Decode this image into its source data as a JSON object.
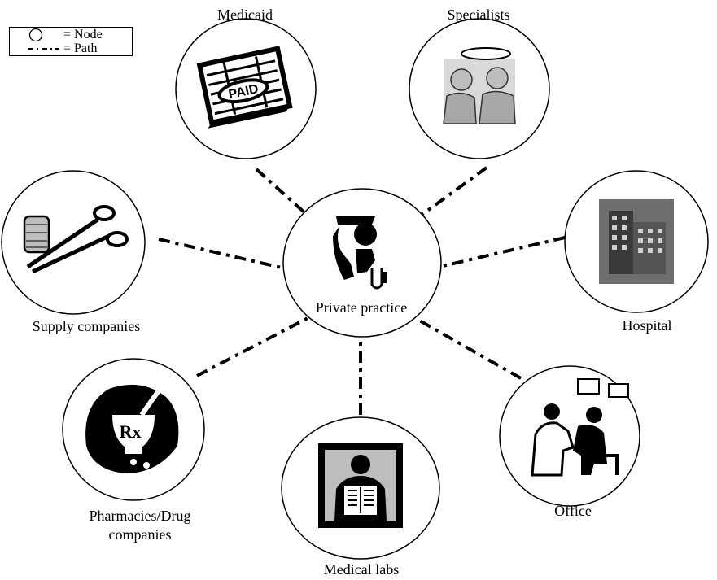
{
  "legend": {
    "node_label": "= Node",
    "path_label": "= Path"
  },
  "center": {
    "label": "Private practice",
    "icon": "dentist-icon"
  },
  "nodes": [
    {
      "label": "Medicaid",
      "icon": "paid-insurance-form-icon"
    },
    {
      "label": "Specialists",
      "icon": "surgeons-icon"
    },
    {
      "label": "Hospital",
      "icon": "hospital-building-icon"
    },
    {
      "label": "Office",
      "icon": "doctor-patient-icon"
    },
    {
      "label": "Medical labs",
      "icon": "xray-icon"
    },
    {
      "label": "Pharmacies/Drug",
      "label2": "companies",
      "icon": "mortar-pestle-rx-icon"
    },
    {
      "label": "Supply companies",
      "icon": "bandage-scissors-icon"
    }
  ]
}
